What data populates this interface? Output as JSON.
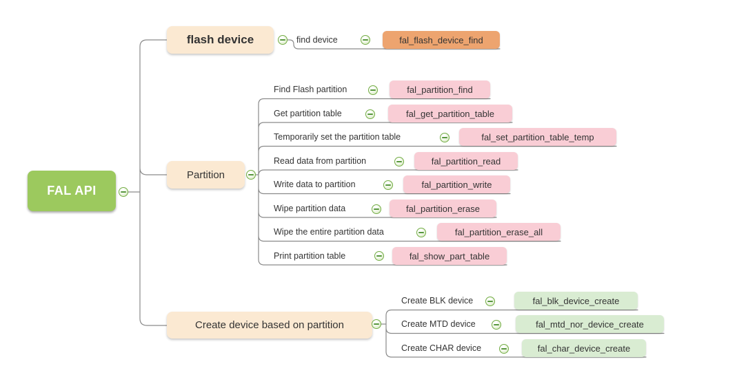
{
  "root": {
    "label": "FAL API"
  },
  "branches": [
    {
      "label": "flash device",
      "children": [
        {
          "label": "find device",
          "func": "fal_flash_device_find"
        }
      ]
    },
    {
      "label": "Partition",
      "children": [
        {
          "label": "Find Flash partition",
          "func": "fal_partition_find"
        },
        {
          "label": "Get partition table",
          "func": "fal_get_partition_table"
        },
        {
          "label": "Temporarily set the partition table",
          "func": "fal_set_partition_table_temp"
        },
        {
          "label": "Read data from partition",
          "func": "fal_partition_read"
        },
        {
          "label": "Write data to partition",
          "func": "fal_partition_write"
        },
        {
          "label": "Wipe partition data",
          "func": "fal_partition_erase"
        },
        {
          "label": "Wipe the entire partition data",
          "func": "fal_partition_erase_all"
        },
        {
          "label": "Print partition table",
          "func": "fal_show_part_table"
        }
      ]
    },
    {
      "label": "Create device based on partition",
      "children": [
        {
          "label": "Create BLK device",
          "func": "fal_blk_device_create"
        },
        {
          "label": "Create MTD device",
          "func": "fal_mtd_nor_device_create"
        },
        {
          "label": "Create CHAR device",
          "func": "fal_char_device_create"
        }
      ]
    }
  ],
  "icons": {
    "collapse": "minus-in-circle"
  },
  "colors": {
    "root_bg": "#9cc95e",
    "branch_bg": "#fbe9d2",
    "leaf_orange": "#eda46f",
    "leaf_pink": "#f9cdd5",
    "leaf_green": "#d9ecd2",
    "connector": "#8a8a8a",
    "collapse_icon_green": "#72ac43",
    "text_dark": "#333333",
    "root_text": "#ffffff"
  }
}
